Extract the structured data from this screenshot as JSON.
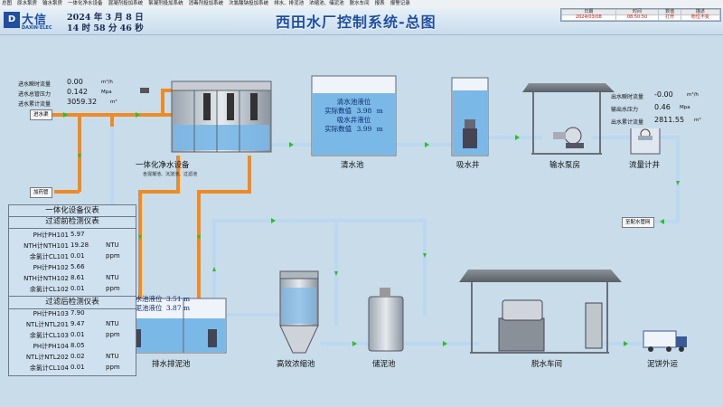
{
  "menu": [
    "总图",
    "原水泵房",
    "输水泵房",
    "一体化净水设备",
    "混凝剂投加系统",
    "絮凝剂投加系统",
    "消毒剂投加系统",
    "次氯酸钠投加系统",
    "排水、排泥池",
    "浓缩池、储泥池",
    "脱水车间",
    "报表",
    "报警记录"
  ],
  "logo": {
    "mark": "D",
    "cn": "大信",
    "en": "DAXIN·ELEC"
  },
  "clock": {
    "date_line": "2024 年 3 月 8 日",
    "time_line": "14 时 58 分 46 秒"
  },
  "title": "西田水厂控制系统-总图",
  "alarm": {
    "headers": [
      "日期",
      "时间",
      "数值",
      "描述"
    ],
    "rows": [
      [
        "2024/03/08",
        "08:50:50",
        "打开",
        "粉位不变"
      ]
    ]
  },
  "inlet": {
    "flow_label": "进水瞬时流量",
    "flow_value": "0.00",
    "flow_unit": "m³/h",
    "pressure_label": "进水总管压力",
    "pressure_value": "0.142",
    "pressure_unit": "Mpa",
    "total_label": "进水累计流量",
    "total_value": "3059.32",
    "total_unit": "m³",
    "inlet_button": "进水渠",
    "dosing_button": "加药管"
  },
  "outlet": {
    "flow_label": "出水瞬时流量",
    "flow_value": "-0.00",
    "flow_unit": "m³/h",
    "pressure_label": "输出水压力",
    "pressure_value": "0.46",
    "pressure_unit": "Mpa",
    "total_label": "出水累计流量",
    "total_value": "2811.55",
    "total_unit": "m³",
    "network_button": "至配水管网"
  },
  "clear_tank": {
    "level_label": "清水池液位",
    "level_actual": "实际数值",
    "level_value": "3.98",
    "level_unit": "m",
    "suction_label": "吸水井液位",
    "suction_actual": "实际数值",
    "suction_value": "3.99",
    "suction_unit": "m"
  },
  "drain_tank": {
    "drain_label": "排水池液位",
    "drain_value": "3.51",
    "drain_unit": "m",
    "sludge_label": "排泥池液位",
    "sludge_value": "3.87",
    "sludge_unit": "m"
  },
  "captions": {
    "purifier": "一体化净水设备",
    "purifier_sub": "含混凝池、沉淀池、过滤池",
    "clear_pool": "清水池",
    "suction_well": "吸水井",
    "pump_house": "输水泵房",
    "flow_well": "流量计井",
    "drain_pool": "排水排泥池",
    "thickener": "高效浓缩池",
    "sludge_store": "储泥池",
    "dewatering": "脱水车间",
    "cake_out": "泥饼外运"
  },
  "panel": {
    "title1": "一体化设备仪表",
    "title2": "过滤前检测仪表",
    "pre": [
      {
        "name": "PH计PH101",
        "value": "5.97",
        "unit": ""
      },
      {
        "name": "NTH计NTH101",
        "value": "19.28",
        "unit": "NTU"
      },
      {
        "name": "余氯计CL101",
        "value": "0.01",
        "unit": "ppm"
      },
      {
        "name": "PH计PH102",
        "value": "5.66",
        "unit": ""
      },
      {
        "name": "NTH计NTH102",
        "value": "8.61",
        "unit": "NTU"
      },
      {
        "name": "余氯计CL102",
        "value": "0.01",
        "unit": "ppm"
      }
    ],
    "title3": "过滤后检测仪表",
    "post": [
      {
        "name": "PH计PH103",
        "value": "7.90",
        "unit": ""
      },
      {
        "name": "NTL计NTL201",
        "value": "9.47",
        "unit": "NTU"
      },
      {
        "name": "余氯计CL103",
        "value": "0.01",
        "unit": "ppm"
      },
      {
        "name": "PH计PH104",
        "value": "8.05",
        "unit": ""
      },
      {
        "name": "NTL计NTL202",
        "value": "0.02",
        "unit": "NTU"
      },
      {
        "name": "余氯计CL104",
        "value": "0.01",
        "unit": "ppm"
      }
    ]
  },
  "colors": {
    "pipe_orange": "#f08a24",
    "pipe_blue": "#bcd8f0",
    "water": "#7ab8e8",
    "title": "#1d4ea3",
    "alarm_red": "#d01010",
    "arrow_green": "#33b833"
  }
}
